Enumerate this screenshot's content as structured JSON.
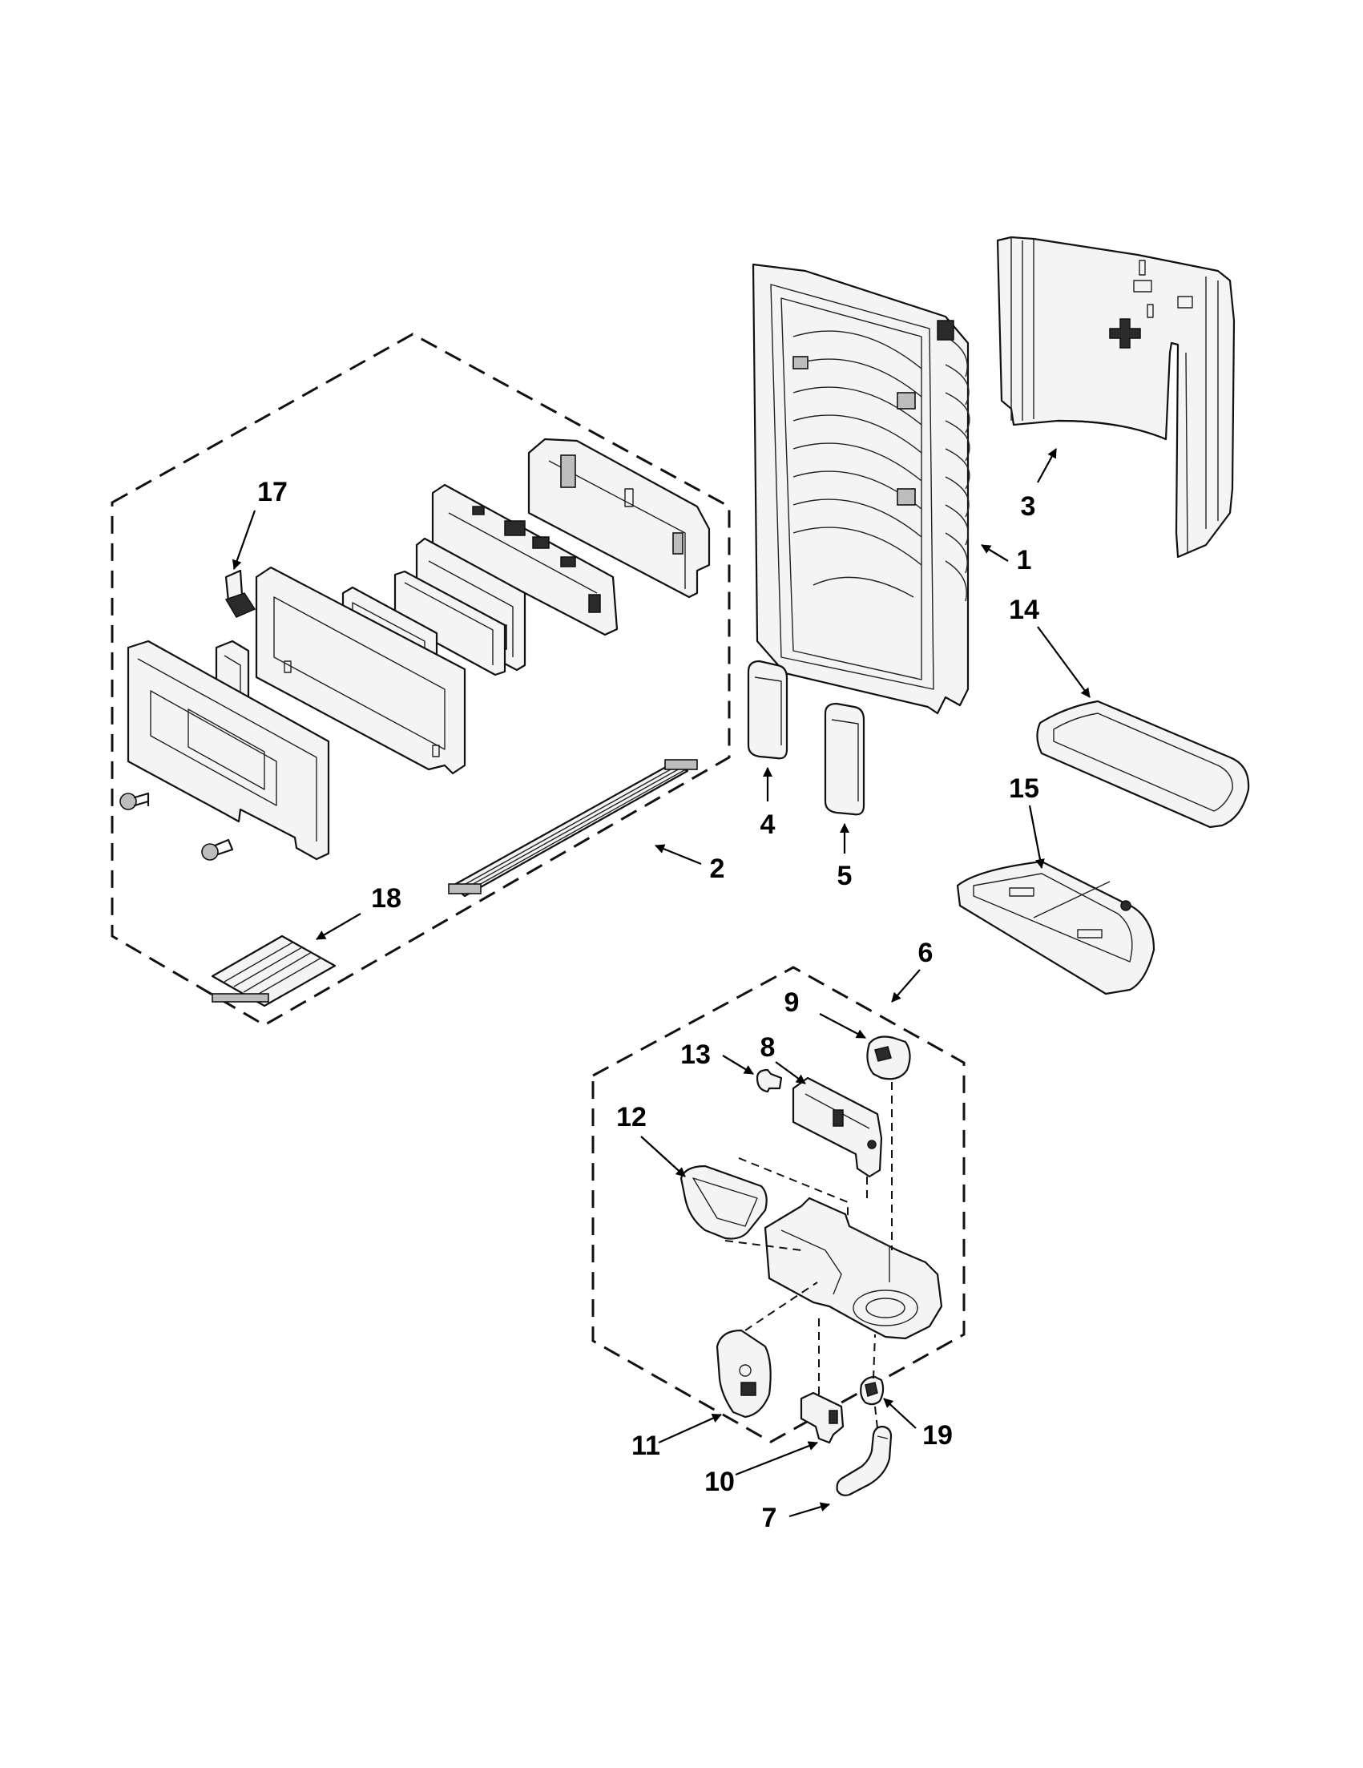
{
  "diagram": {
    "callouts": [
      {
        "id": "c1",
        "label": "1"
      },
      {
        "id": "c2",
        "label": "2"
      },
      {
        "id": "c3",
        "label": "3"
      },
      {
        "id": "c4",
        "label": "4"
      },
      {
        "id": "c5",
        "label": "5"
      },
      {
        "id": "c6",
        "label": "6"
      },
      {
        "id": "c7",
        "label": "7"
      },
      {
        "id": "c8",
        "label": "8"
      },
      {
        "id": "c9",
        "label": "9"
      },
      {
        "id": "c10",
        "label": "10"
      },
      {
        "id": "c11",
        "label": "11"
      },
      {
        "id": "c12",
        "label": "12"
      },
      {
        "id": "c13",
        "label": "13"
      },
      {
        "id": "c14",
        "label": "14"
      },
      {
        "id": "c15",
        "label": "15"
      },
      {
        "id": "c17",
        "label": "17"
      },
      {
        "id": "c18",
        "label": "18"
      },
      {
        "id": "c19",
        "label": "19"
      }
    ]
  }
}
